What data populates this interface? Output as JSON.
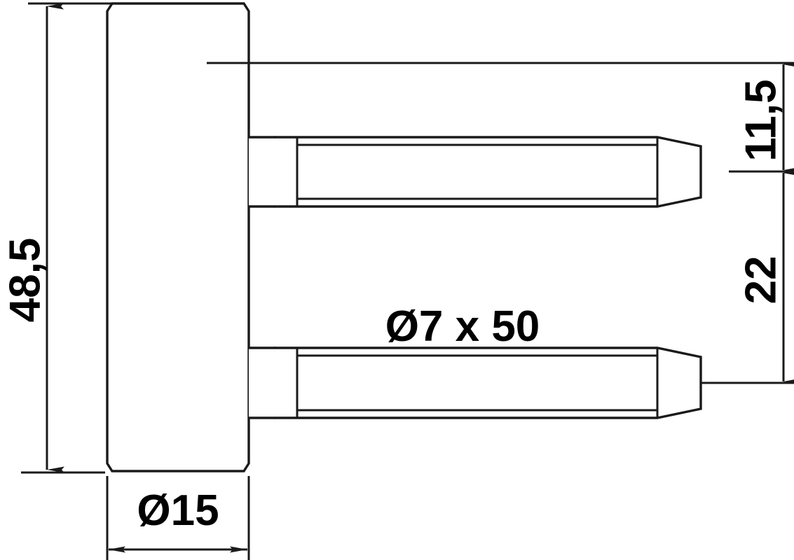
{
  "drawing": {
    "type": "technical-engineering-drawing",
    "subject": "door-hinge-dowel-pin-bolt",
    "units": "mm",
    "background_color": "#ffffff",
    "line_color": "#1a1a1a",
    "text_color": "#000000",
    "dimensions": {
      "overall_height": {
        "label": "48,5",
        "value": 48.5,
        "orientation": "vertical",
        "text_rotation": -90,
        "position": "left",
        "arrows": "both-ends"
      },
      "body_diameter": {
        "label": "Ø15",
        "value": 15,
        "symbol": "Ø",
        "orientation": "horizontal",
        "text_rotation": 0,
        "position": "bottom",
        "arrows": "both-ends"
      },
      "upper_pin_offset": {
        "label": "11,5",
        "value": 11.5,
        "orientation": "vertical",
        "text_rotation": -90,
        "position": "right-upper",
        "arrows": "both-ends"
      },
      "pin_spacing": {
        "label": "22",
        "value": 22,
        "orientation": "vertical",
        "text_rotation": -90,
        "position": "right-lower",
        "arrows": "both-ends"
      },
      "pin_spec": {
        "label": "Ø7 x 50",
        "diameter": 7,
        "length": 50,
        "symbol": "Ø",
        "orientation": "horizontal",
        "text_rotation": 0,
        "position": "center"
      }
    },
    "parts": [
      {
        "name": "cylindrical-body",
        "description": "vertical cylinder shown as rectangle with chamfered corners"
      },
      {
        "name": "upper-dowel-pin",
        "description": "horizontal pin with rounded head and tapered tip"
      },
      {
        "name": "lower-dowel-pin",
        "description": "horizontal pin with rounded head and tapered tip"
      }
    ]
  }
}
